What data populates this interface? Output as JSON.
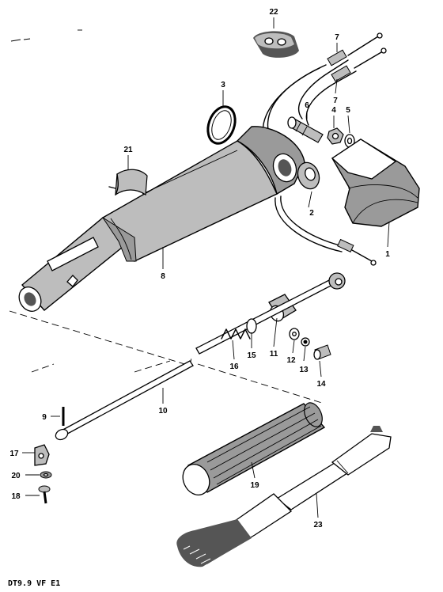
{
  "diagram": {
    "caption": "DT9.9 VF E1",
    "parts": [
      {
        "id": "p1",
        "label": "1"
      },
      {
        "id": "p2",
        "label": "2"
      },
      {
        "id": "p3",
        "label": "3"
      },
      {
        "id": "p4",
        "label": "4"
      },
      {
        "id": "p5",
        "label": "5"
      },
      {
        "id": "p6",
        "label": "6"
      },
      {
        "id": "p7a",
        "label": "7"
      },
      {
        "id": "p7b",
        "label": "7"
      },
      {
        "id": "p8",
        "label": "8"
      },
      {
        "id": "p9",
        "label": "9"
      },
      {
        "id": "p10",
        "label": "10"
      },
      {
        "id": "p11",
        "label": "11"
      },
      {
        "id": "p12",
        "label": "12"
      },
      {
        "id": "p13",
        "label": "13"
      },
      {
        "id": "p14",
        "label": "14"
      },
      {
        "id": "p15",
        "label": "15"
      },
      {
        "id": "p16",
        "label": "16"
      },
      {
        "id": "p17",
        "label": "17"
      },
      {
        "id": "p18",
        "label": "18"
      },
      {
        "id": "p19",
        "label": "19"
      },
      {
        "id": "p20",
        "label": "20"
      },
      {
        "id": "p21",
        "label": "21"
      },
      {
        "id": "p22",
        "label": "22"
      },
      {
        "id": "p23",
        "label": "23"
      }
    ]
  }
}
